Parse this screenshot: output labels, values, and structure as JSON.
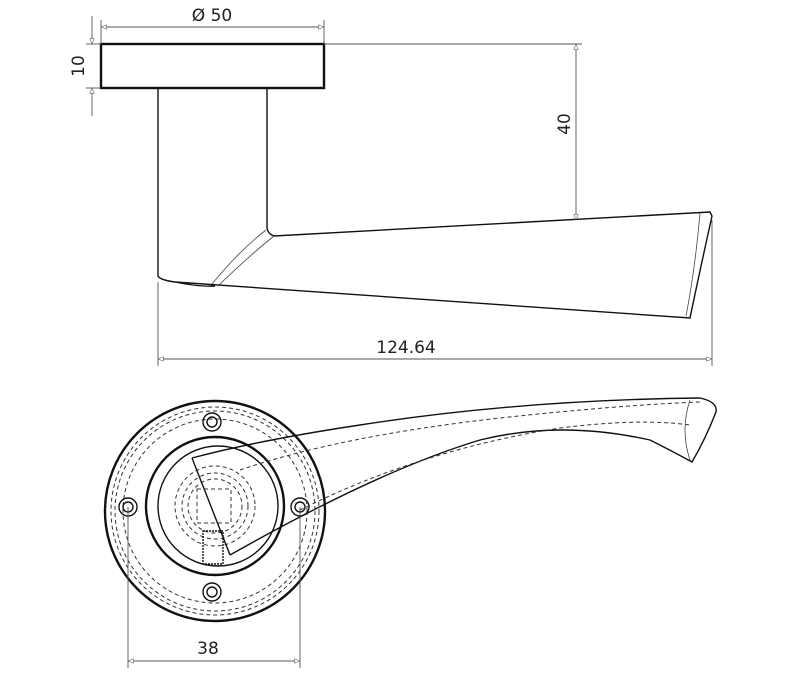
{
  "dimensions": {
    "rose_diameter": "Ø 50",
    "rose_thickness": "10",
    "lever_height": "40",
    "lever_length": "124.64",
    "fixing_centres": "38"
  },
  "colors": {
    "line": "#111111",
    "dimension": "#555555",
    "background": "#ffffff"
  }
}
